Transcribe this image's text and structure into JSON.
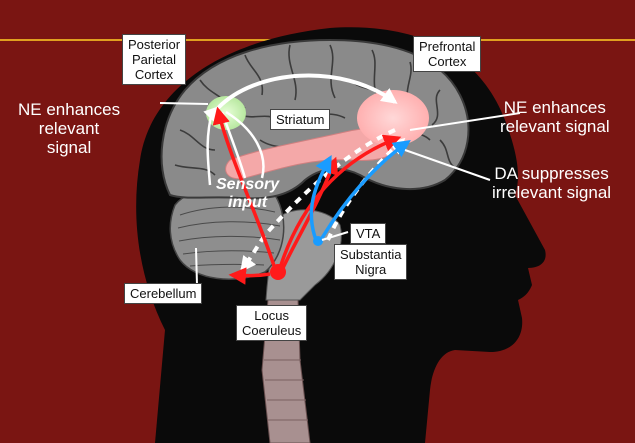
{
  "colors": {
    "background": "#7a1512",
    "divider": "#e0a020",
    "head_silhouette": "#0a0a0a",
    "brain_gray": "#8a8a8a",
    "ne_pathway": "#ff1a1a",
    "da_pathway": "#1a9cff",
    "striatum": "#f4a8a8",
    "prefrontal_glow": "#ffc0c0",
    "parietal_glow": "#c8f0b0"
  },
  "labels": {
    "posterior_parietal": [
      "Posterior",
      "Parietal",
      "Cortex"
    ],
    "prefrontal": [
      "Prefrontal",
      "Cortex"
    ],
    "striatum": "Striatum",
    "vta": "VTA",
    "substantia_nigra": [
      "Substantia",
      "Nigra"
    ],
    "cerebellum": "Cerebellum",
    "locus_coeruleus": [
      "Locus",
      "Coeruleus"
    ],
    "sensory_input": [
      "Sensory",
      "input"
    ]
  },
  "annotations": {
    "ne_left": [
      "NE enhances",
      "relevant",
      "signal"
    ],
    "ne_right": [
      "NE enhances",
      "relevant signal"
    ],
    "da_right": [
      "DA suppresses",
      "irrelevant signal"
    ]
  }
}
